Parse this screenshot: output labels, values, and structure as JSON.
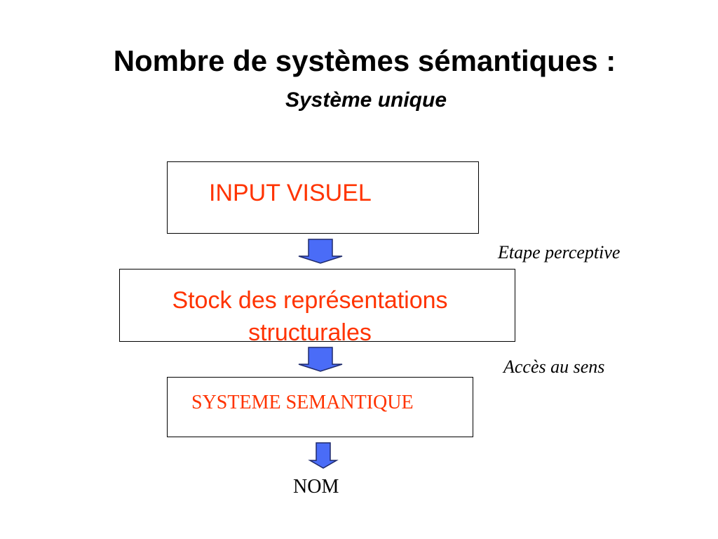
{
  "slide": {
    "title": "Nombre de systèmes sémantiques :",
    "subtitle": "Système unique"
  },
  "diagram": {
    "boxes": {
      "input": "INPUT VISUEL",
      "stock_line1": "Stock des représentations",
      "stock_line2": "structurales",
      "semantic": "SYSTEME SEMANTIQUE"
    },
    "steps": {
      "perceptive": "Etape perceptive",
      "acces": "Accès au sens"
    },
    "output": "NOM",
    "arrows": [
      {
        "icon": "down-arrow-icon",
        "from": "INPUT VISUEL",
        "to": "Stock des représentations structurales"
      },
      {
        "icon": "down-arrow-icon",
        "from": "Stock des représentations structurales",
        "to": "SYSTEME SEMANTIQUE"
      },
      {
        "icon": "down-arrow-icon",
        "from": "SYSTEME SEMANTIQUE",
        "to": "NOM"
      }
    ],
    "colors": {
      "box_text": "#ff3300",
      "arrow_fill": "#4a6cf7",
      "arrow_stroke": "#1f2a6b"
    }
  }
}
